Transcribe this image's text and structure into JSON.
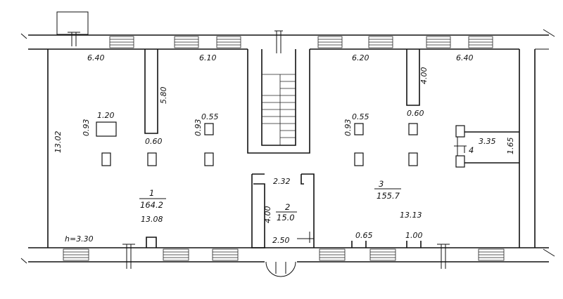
{
  "rooms": [
    {
      "number": "1",
      "area": "164.2"
    },
    {
      "number": "2",
      "area": "15.0"
    },
    {
      "number": "3",
      "area": "155.7"
    },
    {
      "number": "4"
    }
  ],
  "dimensions": {
    "r1_width_top": "6.40",
    "r1b_width_top": "6.10",
    "r3_width_top": "6.20",
    "r3b_width_top": "6.40",
    "left_depth": "13.02",
    "partition_left_len": "5.80",
    "partition_right_len": "4.00",
    "col_a_size": "1.20",
    "col_a_side": "0.93",
    "col_b_size": "0.55",
    "col_b_side": "0.93",
    "col_c_size": "0.55",
    "col_c_side": "0.93",
    "gap_left": "0.60",
    "gap_right": "0.60",
    "room4_width": "3.35",
    "room4_depth": "1.65",
    "stair_width": "2.32",
    "corridor_depth": "4.00",
    "corridor_width": "2.50",
    "r1_length": "13.08",
    "r3_length": "13.13",
    "ceiling_height": "h=3.30",
    "gap_bottom_a": "0.65",
    "gap_bottom_b": "1.00"
  }
}
